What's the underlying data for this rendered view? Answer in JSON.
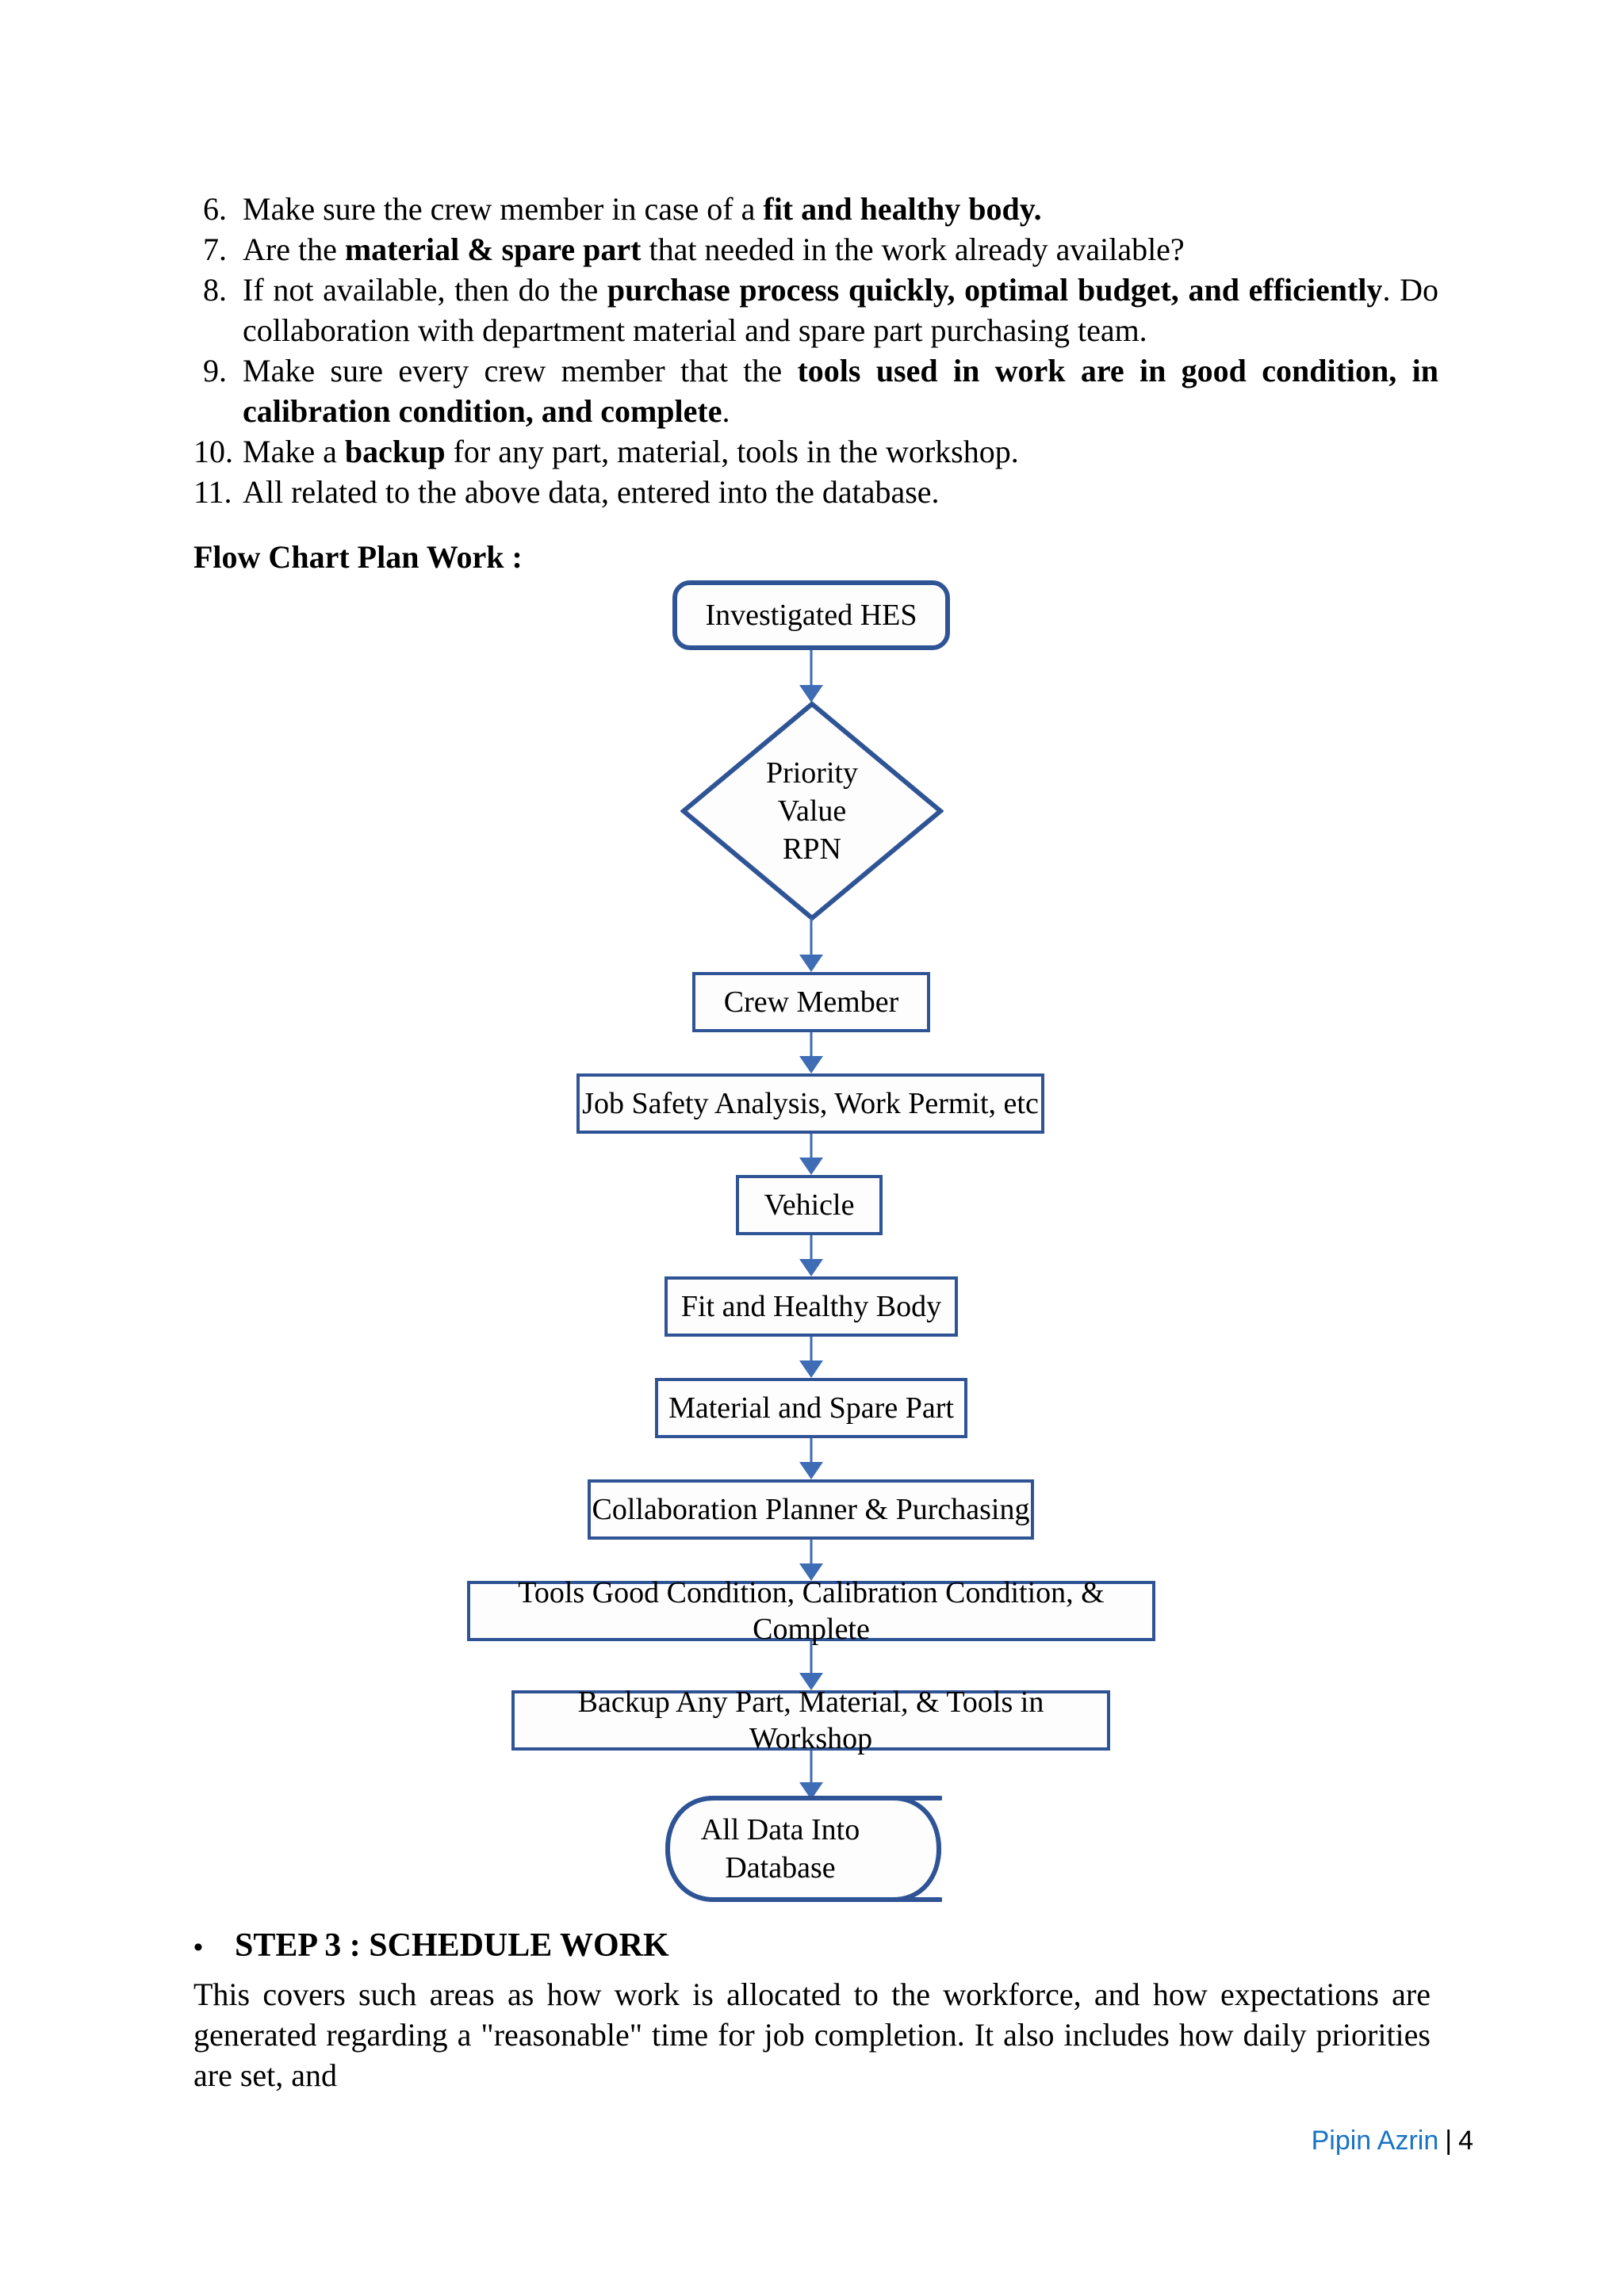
{
  "document": {
    "list_items": [
      {
        "number": "6.",
        "parts": [
          {
            "text": "Make sure the crew member in case of a ",
            "bold": false
          },
          {
            "text": "fit and healthy body.",
            "bold": true
          }
        ]
      },
      {
        "number": "7.",
        "parts": [
          {
            "text": "Are the ",
            "bold": false
          },
          {
            "text": "material & spare part",
            "bold": true
          },
          {
            "text": " that needed in the work already available?",
            "bold": false
          }
        ]
      },
      {
        "number": "8.",
        "parts": [
          {
            "text": "If not available, then do the ",
            "bold": false
          },
          {
            "text": "purchase process quickly, optimal budget, and efficiently",
            "bold": true
          },
          {
            "text": ". Do collaboration with department material and spare part purchasing team.",
            "bold": false
          }
        ]
      },
      {
        "number": "9.",
        "parts": [
          {
            "text": "Make sure every crew member that the ",
            "bold": false
          },
          {
            "text": "tools used in work are in good condition, in calibration condition, and complete",
            "bold": true
          },
          {
            "text": ".",
            "bold": false
          }
        ]
      },
      {
        "number": "10.",
        "parts": [
          {
            "text": "Make a ",
            "bold": false
          },
          {
            "text": "backup",
            "bold": true
          },
          {
            "text": " for any part, material, tools in the workshop.",
            "bold": false
          }
        ]
      },
      {
        "number": "11.",
        "parts": [
          {
            "text": "All related to the above data, entered into the database.",
            "bold": false
          }
        ]
      }
    ],
    "flow_chart_heading": "Flow Chart Plan Work :",
    "section_bullet": "•",
    "section_title": "STEP 3 : SCHEDULE WORK",
    "paragraph": "This covers such areas as how work is allocated to the workforce, and how expectations are generated regarding a \"reasonable\" time for job completion. It also includes how daily priorities are set, and",
    "footer": {
      "author": "Pipin Azrin",
      "separator": "|",
      "page_number": "4"
    }
  },
  "chart_data": {
    "type": "diagram",
    "title": "Flow Chart Plan Work",
    "orientation": "top-to-bottom",
    "accent_color": "#2F5496",
    "connector_color": "#3E6DB5",
    "nodes": [
      {
        "id": "n1",
        "label": "Investigated HES",
        "shape": "rounded-rectangle"
      },
      {
        "id": "n2",
        "label_lines": [
          "Priority",
          "Value",
          "RPN"
        ],
        "label": "Priority Value RPN",
        "shape": "diamond"
      },
      {
        "id": "n3",
        "label": "Crew Member",
        "shape": "rectangle"
      },
      {
        "id": "n4",
        "label": "Job Safety Analysis, Work Permit, etc",
        "shape": "rectangle"
      },
      {
        "id": "n5",
        "label": "Vehicle",
        "shape": "rectangle"
      },
      {
        "id": "n6",
        "label": "Fit and Healthy Body",
        "shape": "rectangle"
      },
      {
        "id": "n7",
        "label": "Material and Spare Part",
        "shape": "rectangle"
      },
      {
        "id": "n8",
        "label": "Collaboration Planner & Purchasing",
        "shape": "rectangle"
      },
      {
        "id": "n9",
        "label": "Tools Good Condition, Calibration Condition, & Complete",
        "shape": "rectangle"
      },
      {
        "id": "n10",
        "label": "Backup Any Part, Material, & Tools in Workshop",
        "shape": "rectangle"
      },
      {
        "id": "n11",
        "label_lines": [
          "All Data Into",
          "Database"
        ],
        "label": "All Data Into Database",
        "shape": "database"
      }
    ],
    "edges": [
      {
        "from": "n1",
        "to": "n2"
      },
      {
        "from": "n2",
        "to": "n3"
      },
      {
        "from": "n3",
        "to": "n4"
      },
      {
        "from": "n4",
        "to": "n5"
      },
      {
        "from": "n5",
        "to": "n6"
      },
      {
        "from": "n6",
        "to": "n7"
      },
      {
        "from": "n7",
        "to": "n8"
      },
      {
        "from": "n8",
        "to": "n9"
      },
      {
        "from": "n9",
        "to": "n10"
      },
      {
        "from": "n10",
        "to": "n11"
      }
    ]
  }
}
